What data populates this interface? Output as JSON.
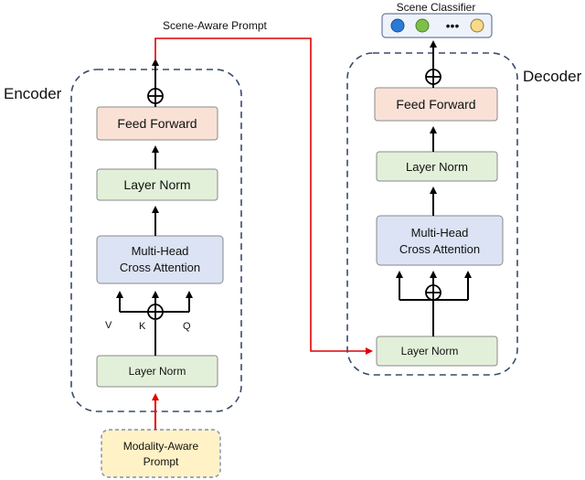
{
  "encoder": {
    "title": "Encoder",
    "feed_forward": "Feed Forward",
    "layer_norm_top": "Layer Norm",
    "attention_line1": "Multi-Head",
    "attention_line2": "Cross Attention",
    "layer_norm_bottom": "Layer Norm",
    "v_label": "V",
    "k_label": "K",
    "q_label": "Q"
  },
  "decoder": {
    "title": "Decoder",
    "feed_forward": "Feed Forward",
    "layer_norm_top": "Layer Norm",
    "attention_line1": "Multi-Head",
    "attention_line2": "Cross Attention",
    "layer_norm_bottom": "Layer Norm"
  },
  "scene_prompt_label": "Scene-Aware Prompt",
  "modality_prompt_line1": "Modality-Aware",
  "modality_prompt_line2": "Prompt",
  "scene_classifier": {
    "title": "Scene Classifier",
    "dots": [
      "•••"
    ]
  },
  "colors": {
    "feed_forward": "#f9e1d6",
    "layer_norm": "#e3f0d9",
    "attention": "#dbe3f4",
    "prompt": "#fff2c6",
    "dashed_border": "#3a4a6a",
    "red_arrow": "#e00000",
    "classifier_blue": "#2b7bd6",
    "classifier_green": "#7cc04a",
    "classifier_yellow": "#f7d98a"
  }
}
